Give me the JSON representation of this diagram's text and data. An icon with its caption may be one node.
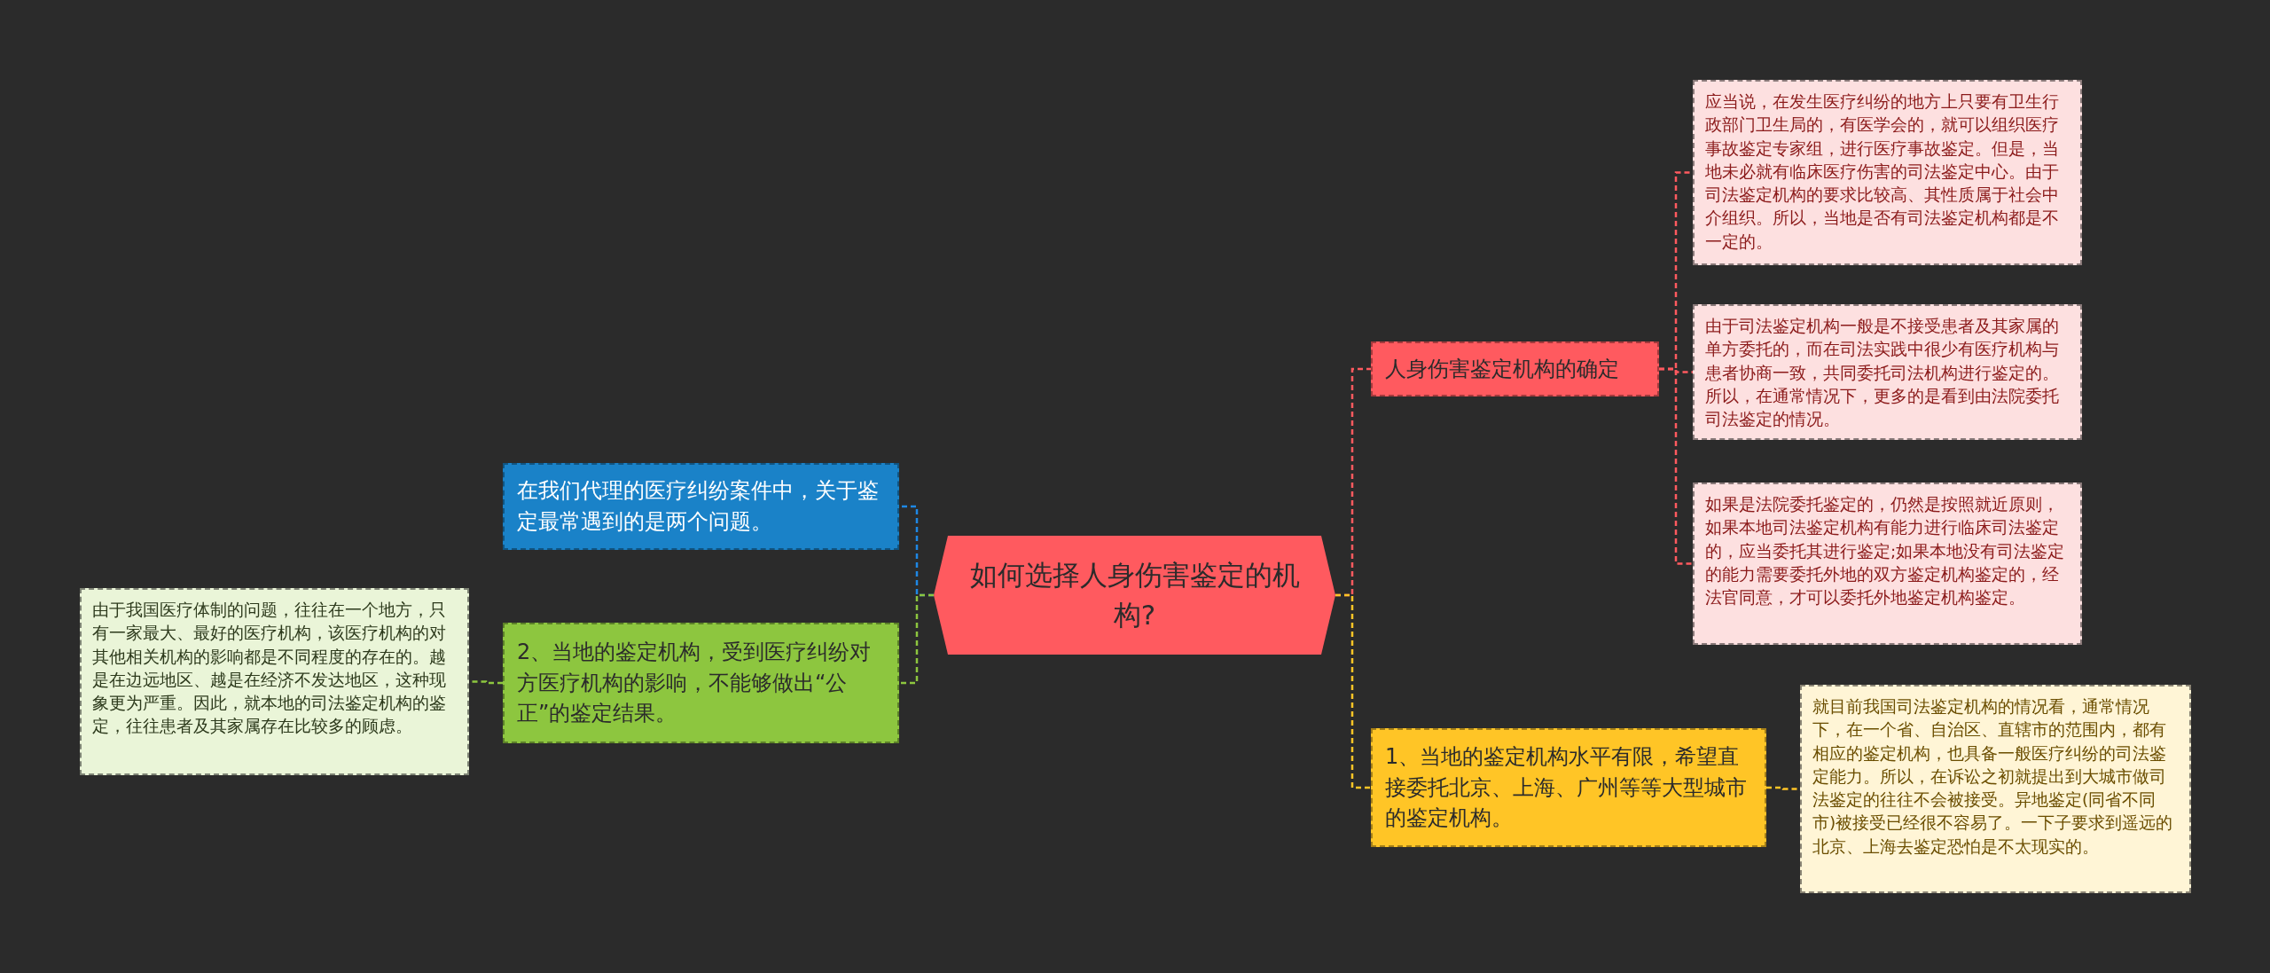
{
  "diagram": {
    "nodes": [
      {
        "text": [
          "如何选择人身伤害鉴定的机构?"
        ]
      },
      {
        "text": [
          "在我们代理的医疗纠纷案件中，关于鉴定最常遇到的是两个问题。"
        ]
      },
      {
        "text": [
          "2、当地的鉴定机构，受到医疗纠纷对方医疗机构的影响，不能够做出“公正”的鉴定结果。"
        ]
      },
      {
        "text": [
          "由于我国医疗体制的问题，往往在一个地方，只有一家最大、最好的医疗机构，该医疗机构的对其他相关机构的影响都是不同程度的存在的。越是在边远地区、越是在经济不发达地区，这种现象更为严重。因此，就本地的司法鉴定机构的鉴定，往往患者及其家属存在比较多的顾虑。"
        ]
      },
      {
        "text": [
          "人身伤害鉴定机构的确定"
        ]
      },
      {
        "text": [
          "应当说，在发生医疗纠纷的地方上只要有卫生行政部门卫生局的，有医学会的，就可以组织医疗事故鉴定专家组，进行医疗事故鉴定。但是，当地未必就有临床医疗伤害的司法鉴定中心。由于司法鉴定机构的要求比较高、其性质属于社会中介组织。所以，当地是否有司法鉴定机构都是不一定的。"
        ]
      },
      {
        "text": [
          "由于司法鉴定机构一般是不接受患者及其家属的单方委托的，而在司法实践中很少有医疗机构与患者协商一致，共同委托司法机构进行鉴定的。所以，在通常情况下，更多的是看到由法院委托司法鉴定的情况。"
        ]
      },
      {
        "text": [
          "如果是法院委托鉴定的，仍然是按照就近原则，如果本地司法鉴定机构有能力进行临床司法鉴定的，应当委托其进行鉴定;如果本地没有司法鉴定的能力需要委托外地的双方鉴定机构鉴定的，经法官同意，才可以委托外地鉴定机构鉴定。"
        ]
      },
      {
        "text": [
          "1、当地的鉴定机构水平有限，希望直接委托北京、上海、广州等等大型城市的鉴定机构。"
        ]
      },
      {
        "text": [
          "就目前我国司法鉴定机构的情况看，通常情况下，在一个省、自治区、直辖市的范围内，都有相应的鉴定机构，也具备一般医疗纠纷的司法鉴定能力。所以，在诉讼之初就提出到大城市做司法鉴定的往往不会被接受。异地鉴定(同省不同市)被接受已经很不容易了。一下子要求到遥远的北京、上海去鉴定恐怕是不太现实的。"
        ]
      }
    ],
    "edges": [
      {
        "from": 0,
        "to": 1,
        "arrow": "none",
        "color": "#1e88e5"
      },
      {
        "from": 0,
        "to": 2,
        "arrow": "none",
        "color": "#8dc63f"
      },
      {
        "from": 2,
        "to": 3,
        "arrow": "none",
        "color": "#8dc63f"
      },
      {
        "from": 0,
        "to": 4,
        "arrow": "none",
        "color": "#ff5a5f"
      },
      {
        "from": 4,
        "to": 5,
        "arrow": "none",
        "color": "#ff5a5f"
      },
      {
        "from": 4,
        "to": 6,
        "arrow": "none",
        "color": "#ff5a5f"
      },
      {
        "from": 4,
        "to": 7,
        "arrow": "none",
        "color": "#ff5a5f"
      },
      {
        "from": 0,
        "to": 8,
        "arrow": "none",
        "color": "#ffc526"
      },
      {
        "from": 8,
        "to": 9,
        "arrow": "none",
        "color": "#ffc526"
      }
    ]
  }
}
